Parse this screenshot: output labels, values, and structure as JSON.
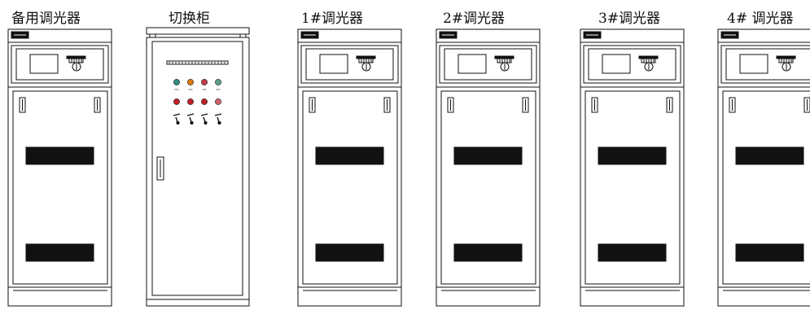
{
  "cabinets": [
    {
      "label": "备用调光器",
      "kind": "dimmer"
    },
    {
      "label": "切换柜",
      "kind": "switch"
    },
    {
      "label": "1#调光器",
      "kind": "dimmer"
    },
    {
      "label": "2#调光器",
      "kind": "dimmer"
    },
    {
      "label": "3#调光器",
      "kind": "dimmer"
    },
    {
      "label": "4# 调光器",
      "kind": "dimmer"
    }
  ],
  "switch_panel": {
    "indicator_colors": [
      "#2f8f7f",
      "#e07a12",
      "#c43a4a",
      "#5aa08e"
    ],
    "button_color": "#c0202a",
    "button_last_color": "#d0606a"
  }
}
